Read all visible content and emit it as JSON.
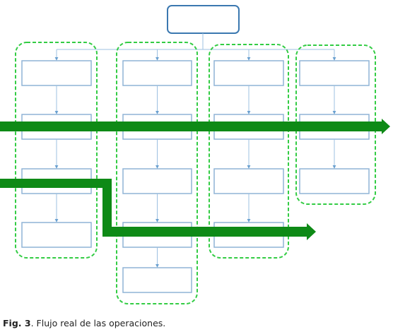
{
  "caption": {
    "label": "Fig. 3",
    "text": ". Flujo real de las operaciones."
  },
  "colors": {
    "top_box_stroke": "#3b78b0",
    "box_stroke": "#8fb4d6",
    "box_fill": "#ffffff",
    "connector": "#9cc0e0",
    "group_stroke": "#33cc44",
    "flow_arrow": "#0e8a16"
  },
  "diagram": {
    "root": {
      "children": 4
    },
    "columns": [
      {
        "boxes": 4
      },
      {
        "boxes": 5
      },
      {
        "boxes": 4
      },
      {
        "boxes": 3
      }
    ],
    "flows": [
      {
        "description": "straight flow across all departments"
      },
      {
        "description": "stepped flow dropping from column 1 into column 2"
      }
    ]
  }
}
